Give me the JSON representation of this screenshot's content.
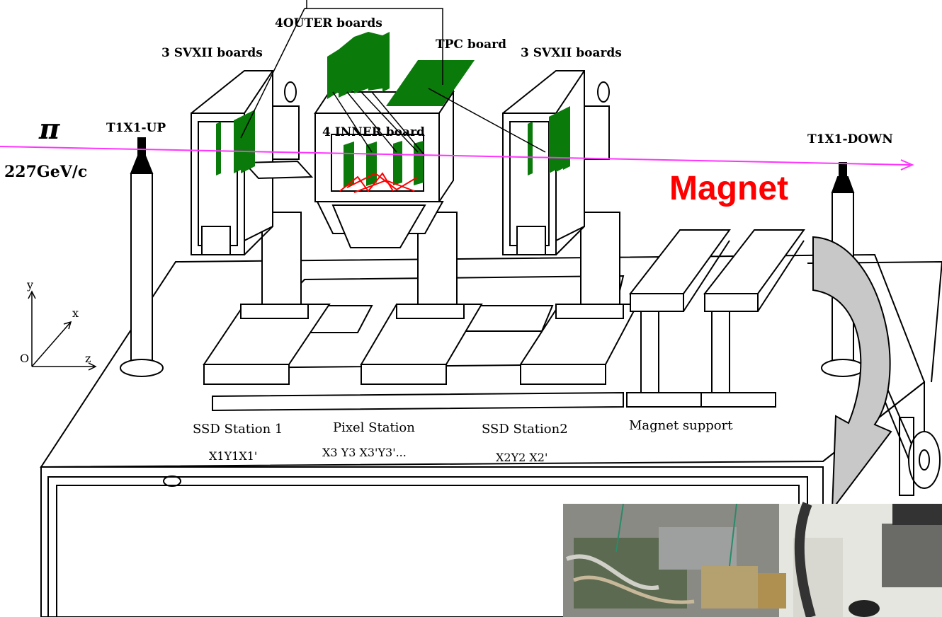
{
  "beam": {
    "particle": "π",
    "momentum": "227GeV/c"
  },
  "labels": {
    "outer_boards": "4OUTER boards",
    "tpc_board": "TPC board",
    "svx_left": "3 SVXII boards",
    "svx_right": "3 SVXII boards",
    "inner_board": "4  INNER board",
    "t1x1_up": "T1X1-UP",
    "t1x1_down": "T1X1-DOWN",
    "magnet": "Magnet",
    "ssd_station1": "SSD Station 1",
    "pixel_station": "Pixel Station",
    "ssd_station2": "SSD Station2",
    "magnet_support": "Magnet support",
    "planes1": "X1Y1X1'",
    "planes_pixel": "X3 Y3  X3'Y3'...",
    "planes2": "X2Y2 X2'"
  },
  "axes": {
    "x": "x",
    "y": "y",
    "z": "z",
    "origin": "O"
  },
  "colors": {
    "board": "#0a7a0a",
    "beam": "#ff33ff",
    "magnet": "#ff0000",
    "arrow": "#c8c8c8"
  }
}
